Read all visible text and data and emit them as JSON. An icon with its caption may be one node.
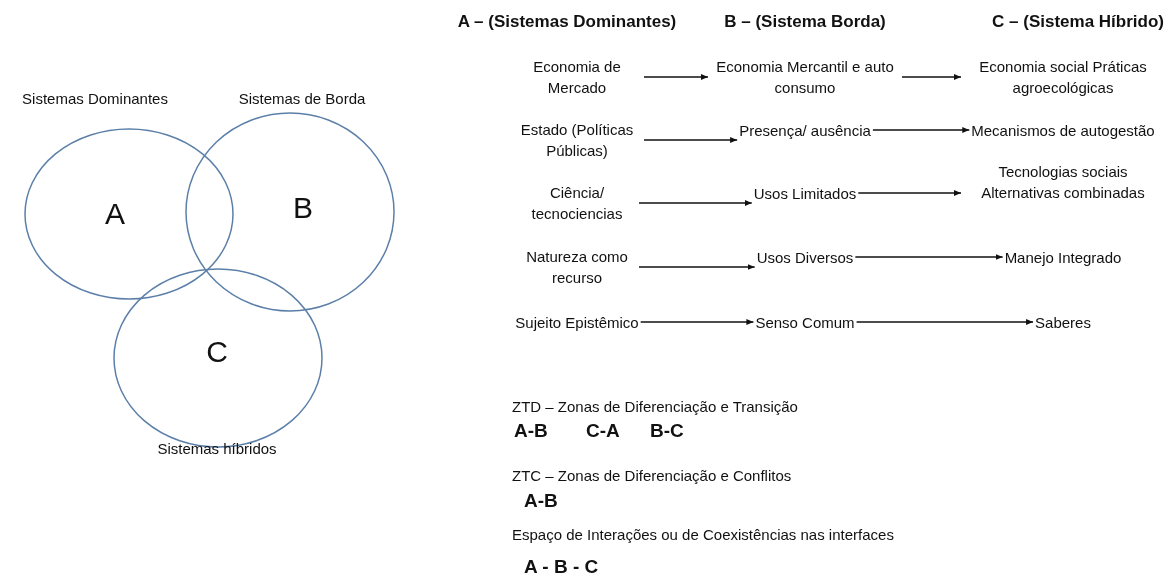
{
  "diagram": {
    "nodes": [
      {
        "text": [
          "A"
        ],
        "beside": [
          "Sistemas Dominantes"
        ]
      },
      {
        "text": [
          "B"
        ],
        "beside": [
          "Sistemas de Borda"
        ]
      },
      {
        "text": [
          "C"
        ],
        "beside": [
          "Sistemas híbridos"
        ]
      },
      {
        "text": [
          "Economia de Mercado"
        ]
      },
      {
        "text": [
          "Economia Mercantil e auto consumo"
        ]
      },
      {
        "text": [
          "Economia social Práticas agroecológicas"
        ]
      },
      {
        "text": [
          "Estado (Políticas Públicas)"
        ]
      },
      {
        "text": [
          "Presença/ ausência"
        ]
      },
      {
        "text": [
          "Mecanismos de autogestão"
        ]
      },
      {
        "text": [
          "Ciência/ tecnociencias"
        ]
      },
      {
        "text": [
          "Usos Limitados"
        ]
      },
      {
        "text": [
          "Tecnologias sociais Alternativas combinadas"
        ]
      },
      {
        "text": [
          "Natureza como recurso"
        ]
      },
      {
        "text": [
          "Usos Diversos"
        ]
      },
      {
        "text": [
          "Manejo Integrado"
        ]
      },
      {
        "text": [
          "Sujeito Epistêmico"
        ]
      },
      {
        "text": [
          "Senso Comum"
        ]
      },
      {
        "text": [
          "Saberes"
        ]
      }
    ],
    "edges": [
      {
        "from": 3,
        "to": 4,
        "arrow": "to"
      },
      {
        "from": 4,
        "to": 5,
        "arrow": "to"
      },
      {
        "from": 6,
        "to": 7,
        "arrow": "to"
      },
      {
        "from": 7,
        "to": 8,
        "arrow": "to"
      },
      {
        "from": 9,
        "to": 10,
        "arrow": "to"
      },
      {
        "from": 10,
        "to": 11,
        "arrow": "to"
      },
      {
        "from": 12,
        "to": 13,
        "arrow": "to"
      },
      {
        "from": 13,
        "to": 14,
        "arrow": "to"
      },
      {
        "from": 15,
        "to": 16,
        "arrow": "to"
      },
      {
        "from": 16,
        "to": 17,
        "arrow": "to"
      }
    ],
    "labels": [
      "A – (Sistemas Dominantes)",
      "B – (Sistema Borda)",
      "C – (Sistema Híbrido)",
      "ZTD – Zonas de Diferenciação e Transição",
      "A-B",
      "C-A",
      "B-C",
      "ZTC – Zonas de Diferenciação e Conflitos",
      "A-B",
      "Espaço de Interações ou de Coexistências nas interfaces",
      "A - B - C"
    ]
  }
}
